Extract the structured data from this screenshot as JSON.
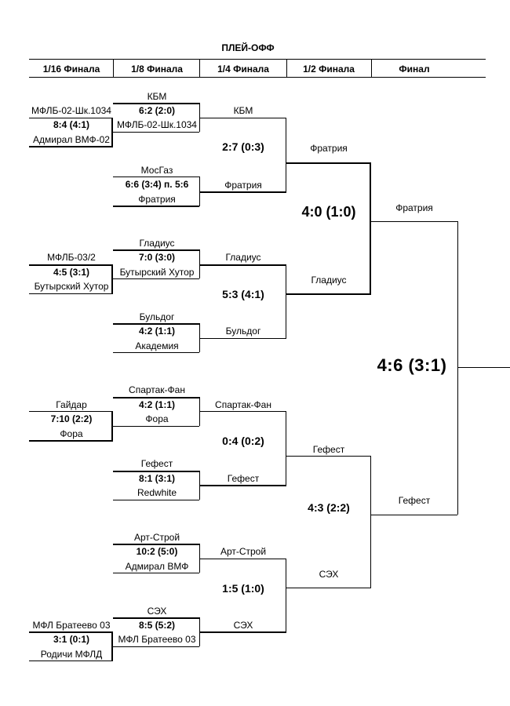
{
  "title": "ПЛЕЙ-ОФФ",
  "rounds": [
    "1/16 Финала",
    "1/8 Финала",
    "1/4 Финала",
    "1/2 Финала",
    "Финал"
  ],
  "r16": [
    {
      "top": "МФЛБ-02-Шк.1034",
      "score": "8:4 (4:1)",
      "bottom": "Адмирал ВМФ-02"
    },
    {
      "top": "МФЛБ-03/2",
      "score": "4:5 (3:1)",
      "bottom": "Бутырский Хутор"
    },
    {
      "top": "Гайдар",
      "score": "7:10 (2:2)",
      "bottom": "Фора"
    },
    {
      "top": "МФЛ Братеево 03",
      "score": "3:1 (0:1)",
      "bottom": "Родичи МФЛД"
    }
  ],
  "r8": [
    {
      "top": "КБМ",
      "score": "6:2 (2:0)",
      "bottom": "МФЛБ-02-Шк.1034"
    },
    {
      "top": "МосГаз",
      "score": "6:6 (3:4) п. 5:6",
      "bottom": "Фратрия"
    },
    {
      "top": "Гладиус",
      "score": "7:0 (3:0)",
      "bottom": "Бутырский Хутор"
    },
    {
      "top": "Бульдог",
      "score": "4:2 (1:1)",
      "bottom": "Академия"
    },
    {
      "top": "Спартак-Фан",
      "score": "4:2 (1:1)",
      "bottom": "Фора"
    },
    {
      "top": "Гефест",
      "score": "8:1 (3:1)",
      "bottom": "Redwhite"
    },
    {
      "top": "Арт-Строй",
      "score": "10:2 (5:0)",
      "bottom": "Адмирал ВМФ"
    },
    {
      "top": "СЭХ",
      "score": "8:5 (5:2)",
      "bottom": "МФЛ Братеево 03"
    }
  ],
  "r4": [
    {
      "top": "КБМ",
      "score": "2:7 (0:3)",
      "bottom": "Фратрия"
    },
    {
      "top": "Гладиус",
      "score": "5:3 (4:1)",
      "bottom": "Бульдог"
    },
    {
      "top": "Спартак-Фан",
      "score": "0:4 (0:2)",
      "bottom": "Гефест"
    },
    {
      "top": "Арт-Строй",
      "score": "1:5 (1:0)",
      "bottom": "СЭХ"
    }
  ],
  "r2": [
    {
      "top": "Фратрия",
      "score": "4:0 (1:0)",
      "bottom": "Гладиус"
    },
    {
      "top": "Гефест",
      "score": "4:3 (2:2)",
      "bottom": "СЭХ"
    }
  ],
  "final": {
    "top": "Фратрия",
    "score": "4:6 (3:1)",
    "bottom": "Гефест"
  }
}
